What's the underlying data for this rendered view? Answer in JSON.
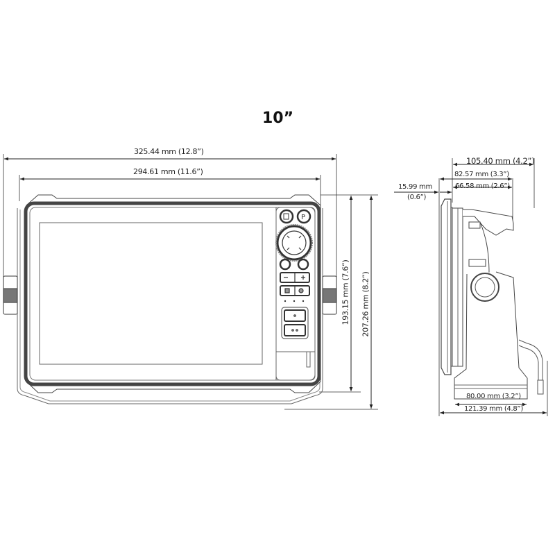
{
  "title": "10”",
  "front_view": {
    "overall_width": "325.44 mm (12.8”)",
    "bezel_width": "294.61 mm (11.6”)",
    "bezel_height": "193.15 mm (7.6”)",
    "overall_height": "207.26 mm (8.2”)",
    "keypad": {
      "buttons": [
        {
          "name": "pages-button",
          "glyph": "□"
        },
        {
          "name": "waypoint-button",
          "glyph": "P"
        },
        {
          "name": "rotary-knob-joystick",
          "glyph": ""
        },
        {
          "name": "exit-button",
          "glyph": "✖"
        },
        {
          "name": "enter-button",
          "glyph": "↵"
        },
        {
          "name": "zoom-out-button",
          "glyph": "−"
        },
        {
          "name": "zoom-in-button",
          "glyph": "+"
        },
        {
          "name": "menu-button",
          "glyph": "▤"
        },
        {
          "name": "power-button",
          "glyph": "⏻"
        },
        {
          "name": "programmable-button-1",
          "glyph": "°"
        },
        {
          "name": "programmable-button-2",
          "glyph": "°°"
        }
      ]
    }
  },
  "side_view": {
    "overall_depth": "105.40 mm (4.2”)",
    "bracket_depth": "82.57 mm (3.3”)",
    "body_depth": "66.58 mm (2.6”)",
    "bezel_depth_mm": "15.99 mm",
    "bezel_depth_in": "(0.6”)",
    "base_width": "80.00 mm (3.2”)",
    "overall_width": "121.39 mm (4.8”)"
  },
  "colors": {
    "line": "#333333",
    "bezel": "#555555",
    "background": "#ffffff"
  }
}
